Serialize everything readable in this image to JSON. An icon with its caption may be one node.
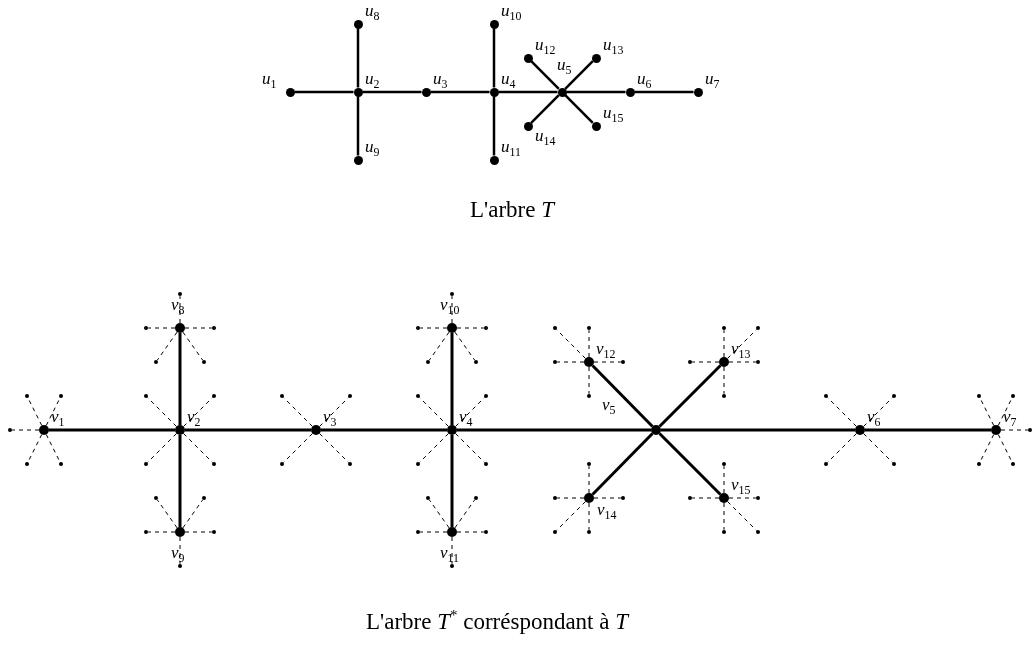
{
  "diagram": {
    "nodes": [
      {
        "text": [
          "*u*$_{1}$"
        ]
      },
      {
        "text": [
          "*u*$_{2}$"
        ]
      },
      {
        "text": [
          "*u*$_{3}$"
        ]
      },
      {
        "text": [
          "*u*$_{4}$"
        ]
      },
      {
        "text": [
          "*u*$_{5}$"
        ]
      },
      {
        "text": [
          "*u*$_{6}$"
        ]
      },
      {
        "text": [
          "*u*$_{7}$"
        ]
      },
      {
        "text": [
          "*u*$_{8}$"
        ]
      },
      {
        "text": [
          "*u*$_{9}$"
        ]
      },
      {
        "text": [
          "*u*$_{10}$"
        ]
      },
      {
        "text": [
          "*u*$_{11}$"
        ]
      },
      {
        "text": [
          "*u*$_{12}$"
        ]
      },
      {
        "text": [
          "*u*$_{13}$"
        ]
      },
      {
        "text": [
          "*u*$_{14}$"
        ]
      },
      {
        "text": [
          "*u*$_{15}$"
        ]
      },
      {
        "text": [
          "*v*$_{1}$"
        ]
      },
      {
        "text": [
          "*v*$_{2}$"
        ]
      },
      {
        "text": [
          "*v*$_{3}$"
        ]
      },
      {
        "text": [
          "*v*$_{4}$"
        ]
      },
      {
        "text": [
          "*v*$_{5}$"
        ]
      },
      {
        "text": [
          "*v*$_{6}$"
        ]
      },
      {
        "text": [
          "*v*$_{7}$"
        ]
      },
      {
        "text": [
          "*v*$_{8}$"
        ]
      },
      {
        "text": [
          "*v*$_{9}$"
        ]
      },
      {
        "text": [
          "*v*$_{10}$"
        ]
      },
      {
        "text": [
          "*v*$_{11}$"
        ]
      },
      {
        "text": [
          "*v*$_{12}$"
        ]
      },
      {
        "text": [
          "*v*$_{13}$"
        ]
      },
      {
        "text": [
          "*v*$_{14}$"
        ]
      },
      {
        "text": [
          "*v*$_{15}$"
        ]
      },
      {
        "text": [],
        "shape": "circle"
      },
      {
        "text": [],
        "shape": "circle"
      },
      {
        "text": [],
        "shape": "circle"
      },
      {
        "text": [],
        "shape": "circle"
      },
      {
        "text": [],
        "shape": "circle"
      },
      {
        "text": [],
        "shape": "circle"
      },
      {
        "text": [],
        "shape": "circle"
      },
      {
        "text": [],
        "shape": "circle"
      },
      {
        "text": [],
        "shape": "circle"
      },
      {
        "text": [],
        "shape": "circle"
      },
      {
        "text": [],
        "shape": "circle"
      },
      {
        "text": [],
        "shape": "circle"
      },
      {
        "text": [],
        "shape": "circle"
      },
      {
        "text": [],
        "shape": "circle"
      },
      {
        "text": [],
        "shape": "circle"
      },
      {
        "text": [],
        "shape": "circle"
      },
      {
        "text": [],
        "shape": "circle"
      },
      {
        "text": [],
        "shape": "circle"
      },
      {
        "text": [],
        "shape": "circle"
      },
      {
        "text": [],
        "shape": "circle"
      },
      {
        "text": [],
        "shape": "circle"
      },
      {
        "text": [],
        "shape": "circle"
      },
      {
        "text": [],
        "shape": "circle"
      },
      {
        "text": [],
        "shape": "circle"
      },
      {
        "text": [],
        "shape": "circle"
      },
      {
        "text": [],
        "shape": "circle"
      },
      {
        "text": [],
        "shape": "circle"
      },
      {
        "text": [],
        "shape": "circle"
      },
      {
        "text": [],
        "shape": "circle"
      },
      {
        "text": [],
        "shape": "circle"
      },
      {
        "text": [],
        "shape": "circle"
      },
      {
        "text": [],
        "shape": "circle"
      },
      {
        "text": [],
        "shape": "circle"
      },
      {
        "text": [],
        "shape": "circle"
      },
      {
        "text": [],
        "shape": "circle"
      },
      {
        "text": [],
        "shape": "circle"
      },
      {
        "text": [],
        "shape": "circle"
      },
      {
        "text": [],
        "shape": "circle"
      },
      {
        "text": [],
        "shape": "circle"
      },
      {
        "text": [],
        "shape": "circle"
      },
      {
        "text": [],
        "shape": "circle"
      },
      {
        "text": [],
        "shape": "circle"
      },
      {
        "text": [],
        "shape": "circle"
      },
      {
        "text": [],
        "shape": "circle"
      },
      {
        "text": [],
        "shape": "circle"
      },
      {
        "text": [],
        "shape": "circle"
      },
      {
        "text": [],
        "shape": "circle"
      },
      {
        "text": [],
        "shape": "circle"
      },
      {
        "text": [],
        "shape": "circle"
      },
      {
        "text": [],
        "shape": "circle"
      },
      {
        "text": [],
        "shape": "circle"
      },
      {
        "text": [],
        "shape": "circle"
      },
      {
        "text": [],
        "shape": "circle"
      },
      {
        "text": [],
        "shape": "circle"
      },
      {
        "text": [],
        "shape": "circle"
      },
      {
        "text": [],
        "shape": "circle"
      },
      {
        "text": [],
        "shape": "circle"
      },
      {
        "text": [],
        "shape": "circle"
      },
      {
        "text": [],
        "shape": "circle"
      },
      {
        "text": [],
        "shape": "circle"
      },
      {
        "text": [],
        "shape": "circle"
      },
      {
        "text": [],
        "shape": "circle"
      },
      {
        "text": [],
        "shape": "circle"
      },
      {
        "text": [],
        "shape": "circle"
      },
      {
        "text": [],
        "shape": "circle"
      },
      {
        "text": [],
        "shape": "circle"
      }
    ],
    "edges": [
      {
        "from": 0,
        "to": 1,
        "arrow": "none"
      },
      {
        "from": 1,
        "to": 2,
        "arrow": "none"
      },
      {
        "from": 2,
        "to": 3,
        "arrow": "none"
      },
      {
        "from": 3,
        "to": 4,
        "arrow": "none"
      },
      {
        "from": 4,
        "to": 5,
        "arrow": "none"
      },
      {
        "from": 5,
        "to": 6,
        "arrow": "none"
      },
      {
        "from": 1,
        "to": 7,
        "arrow": "none"
      },
      {
        "from": 1,
        "to": 8,
        "arrow": "none"
      },
      {
        "from": 3,
        "to": 9,
        "arrow": "none"
      },
      {
        "from": 3,
        "to": 10,
        "arrow": "none"
      },
      {
        "from": 4,
        "to": 11,
        "arrow": "none"
      },
      {
        "from": 4,
        "to": 12,
        "arrow": "none"
      },
      {
        "from": 4,
        "to": 13,
        "arrow": "none"
      },
      {
        "from": 4,
        "to": 14,
        "arrow": "none"
      },
      {
        "from": 15,
        "to": 16,
        "arrow": "none",
        "style": "thick"
      },
      {
        "from": 16,
        "to": 17,
        "arrow": "none",
        "style": "thick"
      },
      {
        "from": 17,
        "to": 18,
        "arrow": "none",
        "style": "thick"
      },
      {
        "from": 18,
        "to": 19,
        "arrow": "none",
        "style": "thick"
      },
      {
        "from": 19,
        "to": 20,
        "arrow": "none",
        "style": "thick"
      },
      {
        "from": 20,
        "to": 21,
        "arrow": "none",
        "style": "thick"
      },
      {
        "from": 16,
        "to": 22,
        "arrow": "none",
        "style": "thick"
      },
      {
        "from": 16,
        "to": 23,
        "arrow": "none",
        "style": "thick"
      },
      {
        "from": 18,
        "to": 24,
        "arrow": "none",
        "style": "thick"
      },
      {
        "from": 18,
        "to": 25,
        "arrow": "none",
        "style": "thick"
      },
      {
        "from": 19,
        "to": 26,
        "arrow": "none",
        "style": "thick"
      },
      {
        "from": 19,
        "to": 27,
        "arrow": "none",
        "style": "thick"
      },
      {
        "from": 19,
        "to": 28,
        "arrow": "none",
        "style": "thick"
      },
      {
        "from": 19,
        "to": 29,
        "arrow": "none",
        "style": "thick"
      },
      {
        "from": 15,
        "to": 30,
        "arrow": "none",
        "style": "dashed"
      },
      {
        "from": 15,
        "to": 31,
        "arrow": "none",
        "style": "dashed"
      },
      {
        "from": 15,
        "to": 32,
        "arrow": "none",
        "style": "dashed"
      },
      {
        "from": 15,
        "to": 33,
        "arrow": "none",
        "style": "dashed"
      },
      {
        "from": 15,
        "to": 34,
        "arrow": "none",
        "style": "dashed"
      },
      {
        "from": 16,
        "to": 35,
        "arrow": "none",
        "style": "dashed"
      },
      {
        "from": 16,
        "to": 36,
        "arrow": "none",
        "style": "dashed"
      },
      {
        "from": 16,
        "to": 37,
        "arrow": "none",
        "style": "dashed"
      },
      {
        "from": 16,
        "to": 38,
        "arrow": "none",
        "style": "dashed"
      },
      {
        "from": 17,
        "to": 39,
        "arrow": "none",
        "style": "dashed"
      },
      {
        "from": 17,
        "to": 40,
        "arrow": "none",
        "style": "dashed"
      },
      {
        "from": 17,
        "to": 41,
        "arrow": "none",
        "style": "dashed"
      },
      {
        "from": 17,
        "to": 42,
        "arrow": "none",
        "style": "dashed"
      },
      {
        "from": 18,
        "to": 43,
        "arrow": "none",
        "style": "dashed"
      },
      {
        "from": 18,
        "to": 44,
        "arrow": "none",
        "style": "dashed"
      },
      {
        "from": 18,
        "to": 45,
        "arrow": "none",
        "style": "dashed"
      },
      {
        "from": 18,
        "to": 46,
        "arrow": "none",
        "style": "dashed"
      },
      {
        "from": 20,
        "to": 47,
        "arrow": "none",
        "style": "dashed"
      },
      {
        "from": 20,
        "to": 48,
        "arrow": "none",
        "style": "dashed"
      },
      {
        "from": 20,
        "to": 49,
        "arrow": "none",
        "style": "dashed"
      },
      {
        "from": 20,
        "to": 50,
        "arrow": "none",
        "style": "dashed"
      },
      {
        "from": 21,
        "to": 51,
        "arrow": "none",
        "style": "dashed"
      },
      {
        "from": 21,
        "to": 52,
        "arrow": "none",
        "style": "dashed"
      },
      {
        "from": 21,
        "to": 53,
        "arrow": "none",
        "style": "dashed"
      },
      {
        "from": 21,
        "to": 54,
        "arrow": "none",
        "style": "dashed"
      },
      {
        "from": 21,
        "to": 55,
        "arrow": "none",
        "style": "dashed"
      },
      {
        "from": 22,
        "to": 56,
        "arrow": "none",
        "style": "dashed"
      },
      {
        "from": 22,
        "to": 57,
        "arrow": "none",
        "style": "dashed"
      },
      {
        "from": 22,
        "to": 58,
        "arrow": "none",
        "style": "dashed"
      },
      {
        "from": 22,
        "to": 59,
        "arrow": "none",
        "style": "dashed"
      },
      {
        "from": 22,
        "to": 60,
        "arrow": "none",
        "style": "dashed"
      },
      {
        "from": 23,
        "to": 61,
        "arrow": "none",
        "style": "dashed"
      },
      {
        "from": 23,
        "to": 62,
        "arrow": "none",
        "style": "dashed"
      },
      {
        "from": 23,
        "to": 63,
        "arrow": "none",
        "style": "dashed"
      },
      {
        "from": 23,
        "to": 64,
        "arrow": "none",
        "style": "dashed"
      },
      {
        "from": 23,
        "to": 65,
        "arrow": "none",
        "style": "dashed"
      },
      {
        "from": 24,
        "to": 66,
        "arrow": "none",
        "style": "dashed"
      },
      {
        "from": 24,
        "to": 67,
        "arrow": "none",
        "style": "dashed"
      },
      {
        "from": 24,
        "to": 68,
        "arrow": "none",
        "style": "dashed"
      },
      {
        "from": 24,
        "to": 69,
        "arrow": "none",
        "style": "dashed"
      },
      {
        "from": 24,
        "to": 70,
        "arrow": "none",
        "style": "dashed"
      },
      {
        "from": 25,
        "to": 71,
        "arrow": "none",
        "style": "dashed"
      },
      {
        "from": 25,
        "to": 72,
        "arrow": "none",
        "style": "dashed"
      },
      {
        "from": 25,
        "to": 73,
        "arrow": "none",
        "style": "dashed"
      },
      {
        "from": 25,
        "to": 74,
        "arrow": "none",
        "style": "dashed"
      },
      {
        "from": 25,
        "to": 75,
        "arrow": "none",
        "style": "dashed"
      },
      {
        "from": 26,
        "to": 76,
        "arrow": "none",
        "style": "dashed"
      },
      {
        "from": 26,
        "to": 77,
        "arrow": "none",
        "style": "dashed"
      },
      {
        "from": 26,
        "to": 78,
        "arrow": "none",
        "style": "dashed"
      },
      {
        "from": 26,
        "to": 79,
        "arrow": "none",
        "style": "dashed"
      },
      {
        "from": 26,
        "to": 80,
        "arrow": "none",
        "style": "dashed"
      },
      {
        "from": 27,
        "to": 81,
        "arrow": "none",
        "style": "dashed"
      },
      {
        "from": 27,
        "to": 82,
        "arrow": "none",
        "style": "dashed"
      },
      {
        "from": 27,
        "to": 83,
        "arrow": "none",
        "style": "dashed"
      },
      {
        "from": 27,
        "to": 84,
        "arrow": "none",
        "style": "dashed"
      },
      {
        "from": 27,
        "to": 85,
        "arrow": "none",
        "style": "dashed"
      },
      {
        "from": 28,
        "to": 86,
        "arrow": "none",
        "style": "dashed"
      },
      {
        "from": 28,
        "to": 87,
        "arrow": "none",
        "style": "dashed"
      },
      {
        "from": 28,
        "to": 88,
        "arrow": "none",
        "style": "dashed"
      },
      {
        "from": 28,
        "to": 89,
        "arrow": "none",
        "style": "dashed"
      },
      {
        "from": 28,
        "to": 90,
        "arrow": "none",
        "style": "dashed"
      },
      {
        "from": 29,
        "to": 91,
        "arrow": "none",
        "style": "dashed"
      },
      {
        "from": 29,
        "to": 92,
        "arrow": "none",
        "style": "dashed"
      },
      {
        "from": 29,
        "to": 93,
        "arrow": "none",
        "style": "dashed"
      },
      {
        "from": 29,
        "to": 94,
        "arrow": "none",
        "style": "dashed"
      },
      {
        "from": 29,
        "to": 95,
        "arrow": "none",
        "style": "dashed"
      }
    ],
    "labels": [
      "L'arbre *T*",
      "L'arbre *T*$^{*}$ corréspondant à  *T*"
    ]
  }
}
